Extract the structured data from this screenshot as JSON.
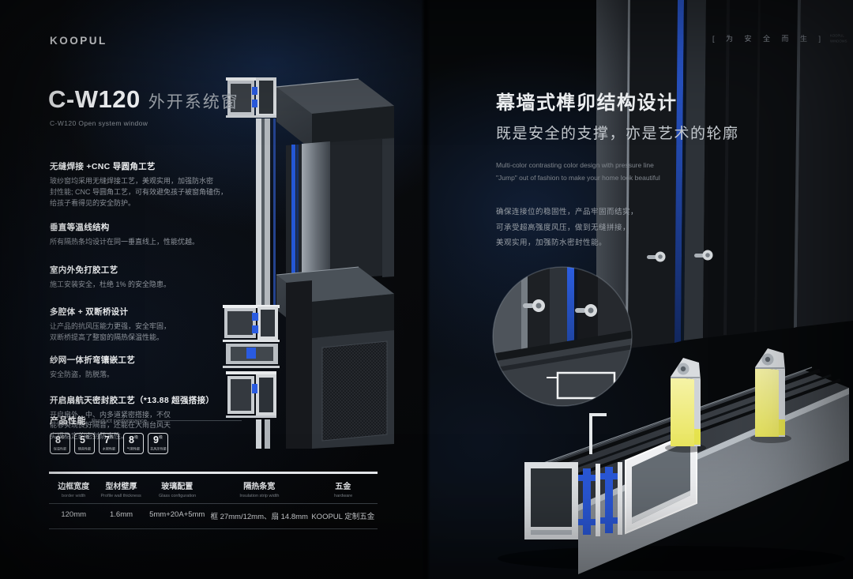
{
  "brand": {
    "logo": "KOOPUL"
  },
  "left": {
    "title": "C-W120",
    "title_suffix": "外开系统窗",
    "subtitle": "C-W120 Open system window",
    "features": [
      {
        "heading": "无缝焊接 +CNC 导圆角工艺",
        "body": "玻纱窗均采用无缝焊接工艺，美观实用，加强防水密\n封性能; CNC 导圆角工艺，可有效避免孩子被窗角磕伤，\n给孩子看得见的安全防护。"
      },
      {
        "heading": "垂直等温线结构",
        "body": "所有隔热条均设计在同一垂直线上，性能优越。"
      },
      {
        "heading": "室内外免打胶工艺",
        "body": "施工安装安全，杜绝 1% 的安全隐患。"
      },
      {
        "heading": "多腔体 + 双断桥设计",
        "body": "让产品的抗风压能力更强，安全牢固，\n双断桥提高了整窗的隔热保温性能。"
      },
      {
        "heading": "纱网一体折弯镶嵌工艺",
        "body": "安全防盗，防脱落。"
      },
      {
        "heading": "开启扇航天密封胶工艺（*13.88 超强搭接）",
        "body": "开启扇外、中、内多道紧密搭接，不仅\n能够实现良好隔音，还能在大雨台风天\n实现稳定的密封防水性。"
      }
    ],
    "performance": {
      "label_zh": "产品性能",
      "label_en": "Product performance",
      "badges": [
        {
          "value": "8",
          "unit": "级",
          "label": "保温性能"
        },
        {
          "value": "5",
          "unit": "级",
          "label": "隔音性能"
        },
        {
          "value": "7",
          "unit": "级",
          "label": "水密性能"
        },
        {
          "value": "8",
          "unit": "级",
          "label": "气密性能"
        },
        {
          "value": "9",
          "unit": "级",
          "label": "抗风压性能"
        }
      ]
    },
    "table": {
      "columns": [
        {
          "zh": "边框宽度",
          "en": "border width",
          "value": "120mm"
        },
        {
          "zh": "型材壁厚",
          "en": "Profile wall thickness",
          "value": "1.6mm"
        },
        {
          "zh": "玻璃配置",
          "en": "Glass configuration",
          "value": "5mm+20A+5mm"
        },
        {
          "zh": "隔热条宽",
          "en": "Insulation strip width",
          "value": "框 27mm/12mm、扇 14.8mm"
        },
        {
          "zh": "五金",
          "en": "hardware",
          "value": "KOOPUL 定制五金"
        }
      ]
    }
  },
  "right": {
    "corner_tag": "[ 为 安 全 而 生 ]",
    "corner_sub_1": "KOOPUL",
    "corner_sub_2": "WINDOWS",
    "title": "幕墙式榫卯结构设计",
    "subtitle": "既是安全的支撑，亦是艺术的轮廓",
    "desc_en_1": "Multi-color contrasting color design with pressure line",
    "desc_en_2": "\"Jump\" out of fashion to make your home look beautiful",
    "paragraph": "确保连接位的稳固性，产品牢固而结实，\n可承受超高强度风压，做到无缝拼接，\n美观实用，加强防水密封性能。"
  },
  "colors": {
    "accent_blue": "#2a58d8",
    "accent_yellow": "#efe96a",
    "aluminum_silver": "#d8dbde",
    "background": "#07090b"
  }
}
